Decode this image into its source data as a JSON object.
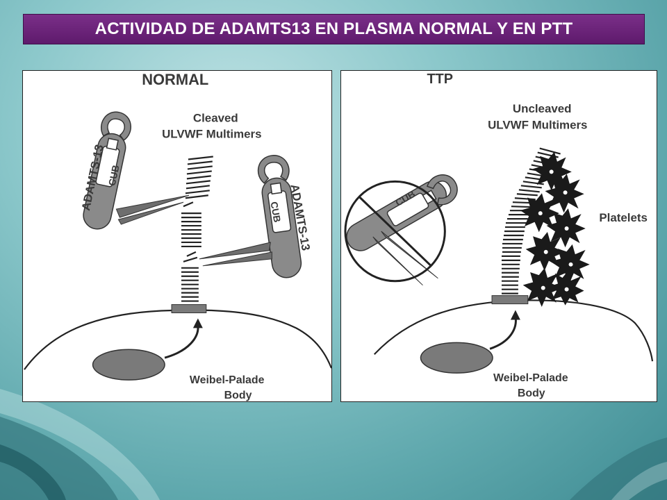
{
  "slide": {
    "title": "ACTIVIDAD DE ADAMTS13 EN PLASMA NORMAL Y EN PTT"
  },
  "panels": {
    "normal": {
      "heading": "NORMAL",
      "multimer_label_line1": "Cleaved",
      "multimer_label_line2": "ULVWF Multimers",
      "enzyme_label_left": "ADAMTS-13",
      "enzyme_label_right": "ADAMTS-13",
      "cub_label_left": "CUB",
      "cub_label_right": "CUB",
      "body_label_line1": "Weibel-Palade",
      "body_label_line2": "Body"
    },
    "ttp": {
      "heading": "TTP",
      "multimer_label_line1": "Uncleaved",
      "multimer_label_line2": "ULVWF Multimers",
      "cub_label": "CUB",
      "platelets_label": "Platelets",
      "body_label_line1": "Weibel-Palade",
      "body_label_line2": "Body"
    }
  },
  "colors": {
    "title_bar": "#6b2479",
    "title_text": "#ffffff",
    "panel_bg": "#ffffff",
    "ink": "#222222",
    "enzyme_gray": "#8a8a8a",
    "body_gray": "#7a7a7a"
  }
}
